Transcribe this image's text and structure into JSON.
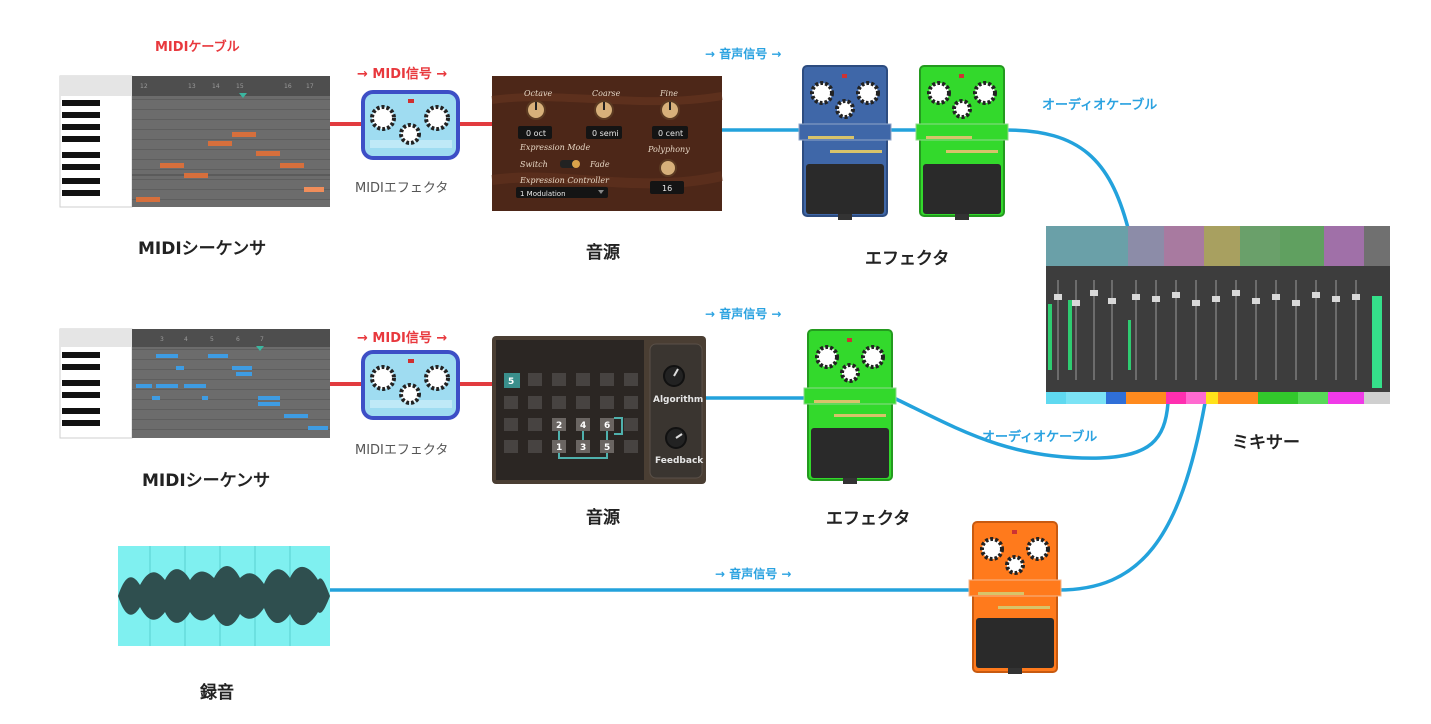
{
  "labels": {
    "midi_cable": "MIDIケーブル",
    "midi_signal_1": "→ MIDI信号 →",
    "midi_signal_2": "→ MIDI信号 →",
    "audio_signal_1": "→ 音声信号 →",
    "audio_signal_2": "→ 音声信号 →",
    "audio_signal_3": "→ 音声信号 →",
    "audio_cable_1": "オーディオケーブル",
    "audio_cable_2": "オーディオケーブル",
    "midi_effector_1": "MIDIエフェクタ",
    "midi_effector_2": "MIDIエフェクタ",
    "sequencer_1": "MIDIシーケンサ",
    "sequencer_2": "MIDIシーケンサ",
    "sound_source_1": "音源",
    "sound_source_2": "音源",
    "effector_1": "エフェクタ",
    "effector_2": "エフェクタ",
    "mixer": "ミキサー",
    "recording": "録音"
  },
  "synth1": {
    "knobs": [
      "Octave",
      "Coarse",
      "Fine"
    ],
    "values": [
      "0 oct",
      "0 semi",
      "0 cent"
    ],
    "expression_mode": "Expression Mode",
    "switch_label": "Switch",
    "fade_label": "Fade",
    "polyphony_label": "Polyphony",
    "polyphony_value": "16",
    "controller_label": "Expression Controller",
    "controller_value": "1  Modulation"
  },
  "synth2": {
    "algorithm_label": "Algorithm",
    "feedback_label": "Feedback",
    "algorithm_number": "5",
    "operators": [
      "2",
      "4",
      "6",
      "1",
      "3",
      "5"
    ]
  },
  "sequencer_ruler_1": [
    "12",
    "13",
    "14",
    "15",
    "16",
    "17"
  ],
  "sequencer_ruler_2": [
    "3",
    "4",
    "5",
    "6",
    "7"
  ],
  "colors": {
    "midi_cable": "#e23b3f",
    "audio_cable": "#23a2dc",
    "pedal_blue": "#3f67a8",
    "pedal_green": "#33d92c",
    "pedal_orange": "#ff7a1c",
    "midi_pedal": "#9fdcf1"
  }
}
